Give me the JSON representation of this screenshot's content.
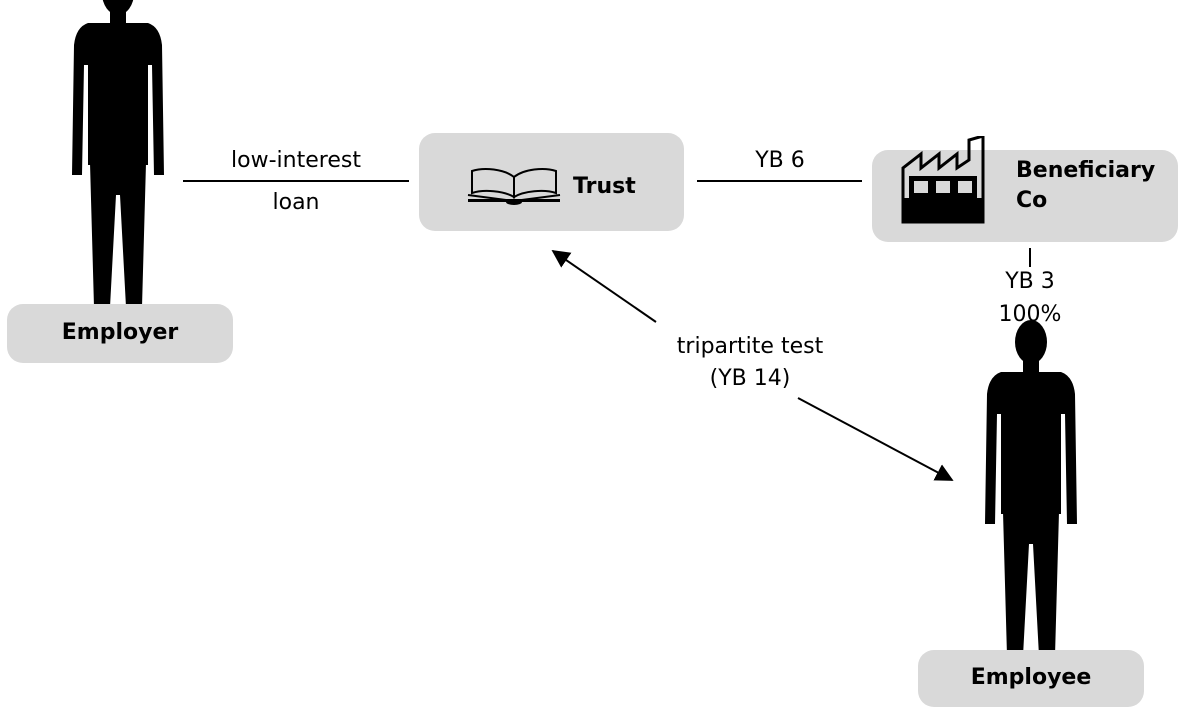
{
  "nodes": {
    "employer": {
      "label": "Employer",
      "icon": "person-silhouette-icon"
    },
    "trust": {
      "label": "Trust",
      "icon": "open-book-icon"
    },
    "beneficiary": {
      "label_line1": "Beneficiary",
      "label_line2": "Co",
      "icon": "factory-icon"
    },
    "employee": {
      "label": "Employee",
      "icon": "person-silhouette-icon"
    }
  },
  "edges": {
    "employer_trust": {
      "line1": "low-interest",
      "line2": "loan"
    },
    "trust_beneficiary": {
      "label": "YB 6"
    },
    "beneficiary_employee": {
      "line1": "YB 3",
      "line2": "100%"
    },
    "trust_employee": {
      "line1": "tripartite test",
      "line2": "(YB 14)"
    }
  },
  "colors": {
    "box_fill": "#d9d9d9",
    "ink": "#000000"
  }
}
